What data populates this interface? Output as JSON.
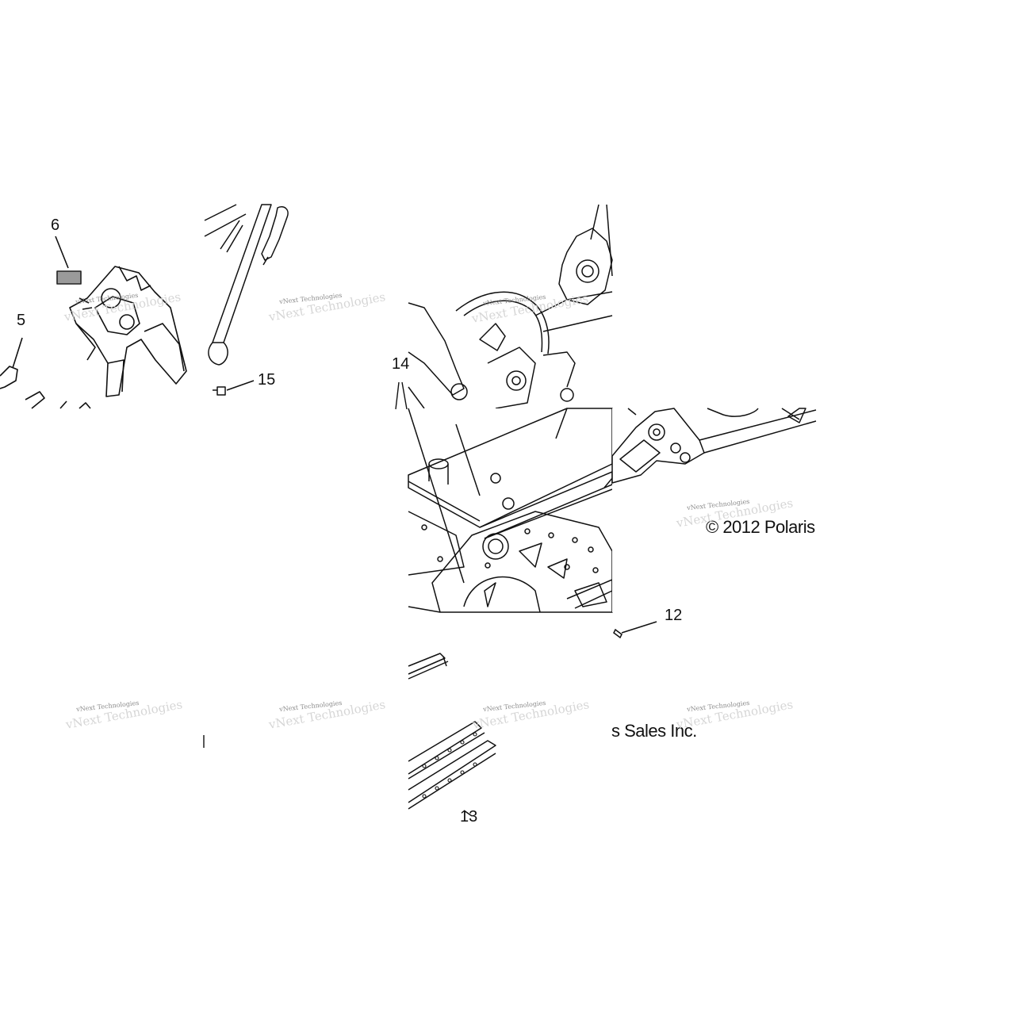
{
  "watermark": "vNext Technologies",
  "callouts": {
    "c6": "6",
    "c5": "5",
    "c15": "15",
    "c14": "14",
    "c12": "12",
    "c13": "13"
  },
  "copyright": {
    "line1": "© 2012 Polaris",
    "line2": "s Sales Inc."
  },
  "colors": {
    "line": "#111111",
    "background": "#ffffff"
  }
}
